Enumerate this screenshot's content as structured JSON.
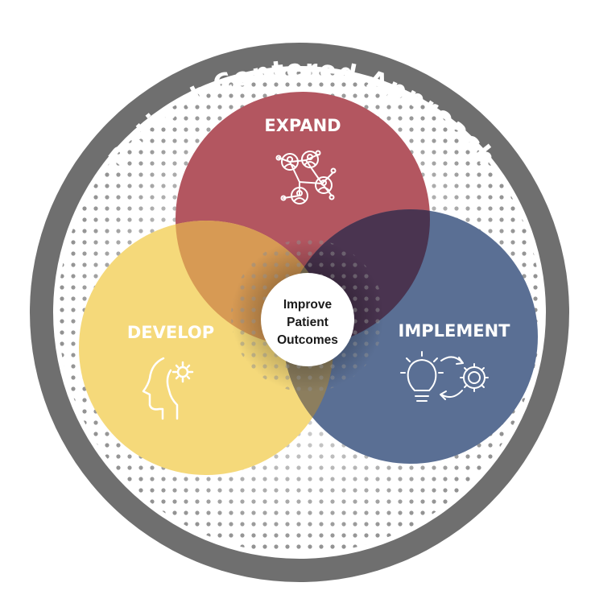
{
  "ring": {
    "title": "Patient Centered Approach"
  },
  "center": {
    "lines": [
      "Improve",
      "Patient",
      "Outcomes"
    ]
  },
  "lobes": {
    "expand": {
      "title": "EXPAND",
      "color": "#b35660",
      "icon": "network-people-icon"
    },
    "develop": {
      "title": "DEVELOP",
      "color": "#f5d97a",
      "icon": "head-gear-icon"
    },
    "implement": {
      "title": "IMPLEMENT",
      "color": "#5a6f94",
      "icon": "lightbulb-gear-icon"
    }
  },
  "colors": {
    "ring": "#6f6f6f",
    "dots": "#8e8e8e",
    "expand_develop_overlap": "#d79a54",
    "expand_implement_overlap": "#4a3450",
    "develop_implement_overlap": "#8c7e5e"
  }
}
